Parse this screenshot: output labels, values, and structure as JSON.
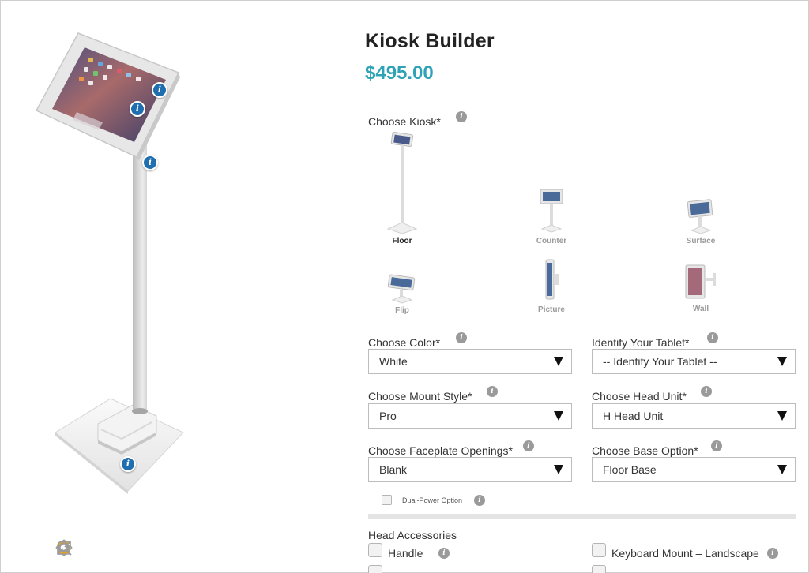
{
  "product": {
    "title": "Kiosk Builder",
    "price": "$495.00"
  },
  "choose_kiosk": {
    "label": "Choose Kiosk*",
    "options": [
      {
        "label": "Floor",
        "selected": true
      },
      {
        "label": "Counter",
        "selected": false
      },
      {
        "label": "Surface",
        "selected": false
      },
      {
        "label": "Flip",
        "selected": false
      },
      {
        "label": "Picture",
        "selected": false
      },
      {
        "label": "Wall",
        "selected": false
      }
    ]
  },
  "fields": {
    "color": {
      "label": "Choose Color*",
      "value": "White"
    },
    "tablet": {
      "label": "Identify Your Tablet*",
      "value": "-- Identify Your Tablet --"
    },
    "mount_style": {
      "label": "Choose Mount Style*",
      "value": "Pro"
    },
    "head_unit": {
      "label": "Choose Head Unit*",
      "value": "H Head Unit"
    },
    "faceplate": {
      "label": "Choose Faceplate Openings*",
      "value": "Blank"
    },
    "base_option": {
      "label": "Choose Base Option*",
      "value": "Floor Base"
    }
  },
  "dual_power": {
    "label": "Dual-Power Option",
    "checked": false
  },
  "head_accessories": {
    "label": "Head Accessories",
    "items": [
      {
        "label": "Handle",
        "checked": false
      },
      {
        "label": "Keyboard Mount – Landscape",
        "checked": false
      }
    ]
  },
  "info_glyph": "i",
  "colors": {
    "price": "#2fa3b6",
    "hotspot": "#1f6fb0",
    "info": "#9a9a9a",
    "reset_icon": "#e8a21f"
  },
  "viewer_tools": [
    "reset-rotate-icon",
    "pan-icon",
    "zoom-icon",
    "home-icon",
    "fullscreen-icon"
  ]
}
